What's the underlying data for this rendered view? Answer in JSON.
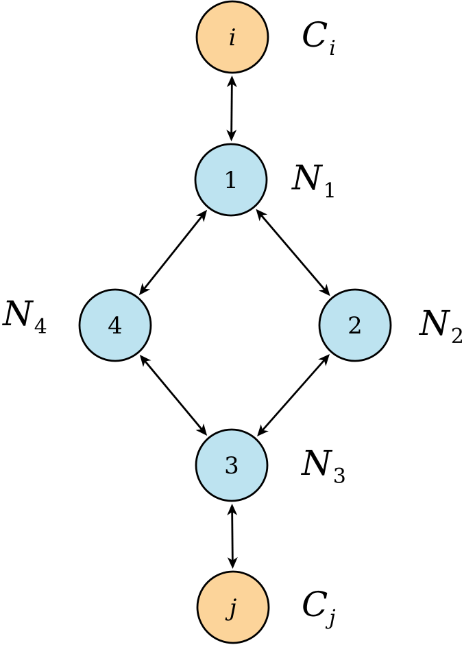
{
  "diagram": {
    "nodes": [
      {
        "id": "i",
        "label": "i",
        "kind": "client",
        "italic": true,
        "set": "C",
        "set_sub": "i"
      },
      {
        "id": "1",
        "label": "1",
        "kind": "network",
        "italic": false,
        "set": "N",
        "set_sub": "1"
      },
      {
        "id": "2",
        "label": "2",
        "kind": "network",
        "italic": false,
        "set": "N",
        "set_sub": "2"
      },
      {
        "id": "3",
        "label": "3",
        "kind": "network",
        "italic": false,
        "set": "N",
        "set_sub": "3"
      },
      {
        "id": "4",
        "label": "4",
        "kind": "network",
        "italic": false,
        "set": "N",
        "set_sub": "4"
      },
      {
        "id": "j",
        "label": "j",
        "kind": "client",
        "italic": true,
        "set": "C",
        "set_sub": "j"
      }
    ],
    "edges": [
      {
        "from": "i",
        "to": "1",
        "bidirectional": true
      },
      {
        "from": "1",
        "to": "2",
        "bidirectional": true
      },
      {
        "from": "1",
        "to": "4",
        "bidirectional": true
      },
      {
        "from": "2",
        "to": "3",
        "bidirectional": true
      },
      {
        "from": "4",
        "to": "3",
        "bidirectional": true
      },
      {
        "from": "3",
        "to": "j",
        "bidirectional": true
      }
    ],
    "colors": {
      "client_fill": "#fcd49a",
      "network_fill": "#bde3f0",
      "stroke": "#000000"
    }
  }
}
